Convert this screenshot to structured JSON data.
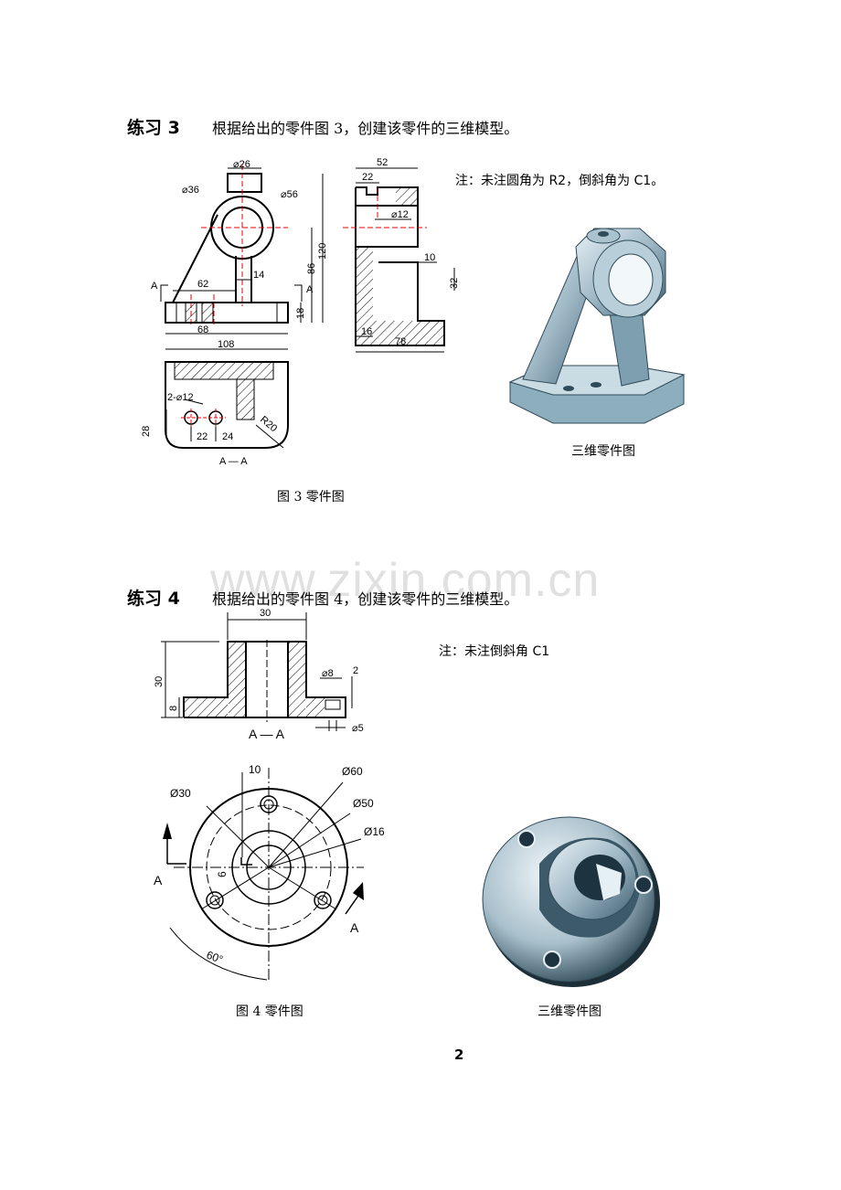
{
  "exercise3": {
    "title": "练习 3",
    "description": "根据给出的零件图 3，创建该零件的三维模型。",
    "note": "注：未注圆角为 R2，倒斜角为 C1。",
    "figure_caption": "图 3  零件图",
    "model_caption": "三维零件图",
    "dims": {
      "d26": "⌀26",
      "d36": "⌀36",
      "d56": "⌀56",
      "d12": "⌀12",
      "d52": "52",
      "d22": "22",
      "d10": "10",
      "d32": "32",
      "d86": "86",
      "d120": "120",
      "d14": "14",
      "d62": "62",
      "d18": "18",
      "d68": "68",
      "d108": "108",
      "d16": "16",
      "d78": "78",
      "holes": "2-⌀12",
      "d28": "28",
      "d22b": "22",
      "d24": "24",
      "r20": "R20",
      "sec_a": "A",
      "section": "A — A"
    }
  },
  "exercise4": {
    "title": "练习 4",
    "description": "根据给出的零件图 4，创建该零件的三维模型。",
    "note": "注：未注倒斜角 C1",
    "figure_caption": "图 4  零件图",
    "model_caption": "三维零件图",
    "dims": {
      "d30": "30",
      "h30": "30",
      "h8": "8",
      "d8": "⌀8",
      "d2": "2",
      "d5": "⌀5",
      "section": "A — A",
      "d10": "10",
      "d60": "Ø60",
      "d30b": "Ø30",
      "d50": "Ø50",
      "d16": "Ø16",
      "d6": "6",
      "a60": "60°",
      "a1": "A",
      "a2": "A"
    }
  },
  "page_number": "2",
  "watermark": "www.zixin.com.cn"
}
